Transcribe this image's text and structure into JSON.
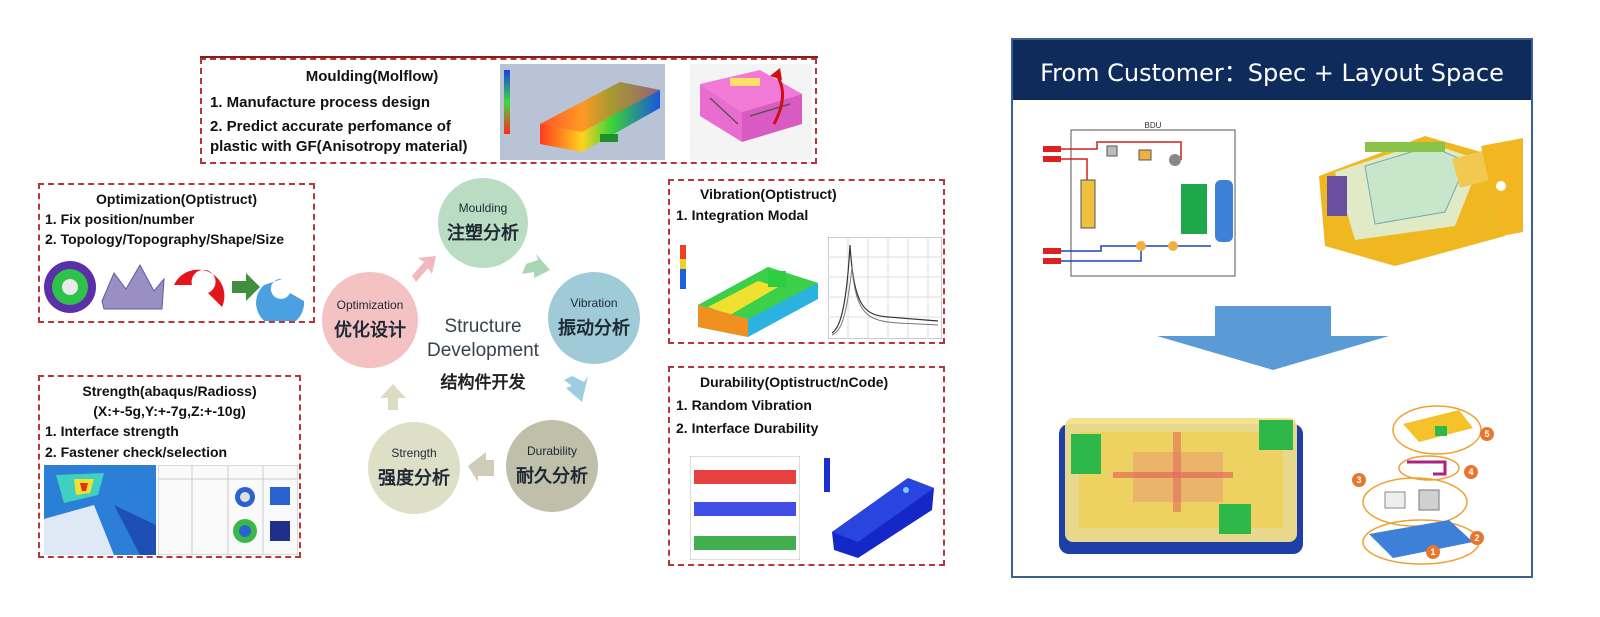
{
  "center": {
    "line1": "Structure",
    "line2": "Development",
    "cn": "结构件开发"
  },
  "circles": {
    "moulding": {
      "en": "Moulding",
      "cn": "注塑分析"
    },
    "vibration": {
      "en": "Vibration",
      "cn": "振动分析"
    },
    "durability": {
      "en": "Durability",
      "cn": "耐久分析"
    },
    "strength": {
      "en": "Strength",
      "cn": "强度分析"
    },
    "optimization": {
      "en": "Optimization",
      "cn": "优化设计"
    }
  },
  "boxes": {
    "moulding": {
      "title": "Moulding(Molflow)",
      "line1": "1. Manufacture process design",
      "line2": "2. Predict accurate perfomance of",
      "line3": "plastic with GF(Anisotropy material)"
    },
    "optimization": {
      "title": "Optimization(Optistruct)",
      "line1": "1. Fix position/number",
      "line2": "2. Topology/Topography/Shape/Size"
    },
    "strength": {
      "title": "Strength(abaqus/Radioss)",
      "subtitle": "(X:+-5g,Y:+-7g,Z:+-10g)",
      "line1": "1. Interface strength",
      "line2": "2. Fastener check/selection"
    },
    "vibration": {
      "title": "Vibration(Optistruct)",
      "line1": "1. Integration Modal"
    },
    "durability": {
      "title": "Durability(Optistruct/nCode)",
      "line1": "1. Random Vibration",
      "line2": "2. Interface Durability"
    }
  },
  "right_panel": {
    "header": "From Customer：Spec + Layout Space",
    "schematic_title": "BDU",
    "callouts": [
      "5",
      "4",
      "3",
      "2",
      "1"
    ]
  }
}
